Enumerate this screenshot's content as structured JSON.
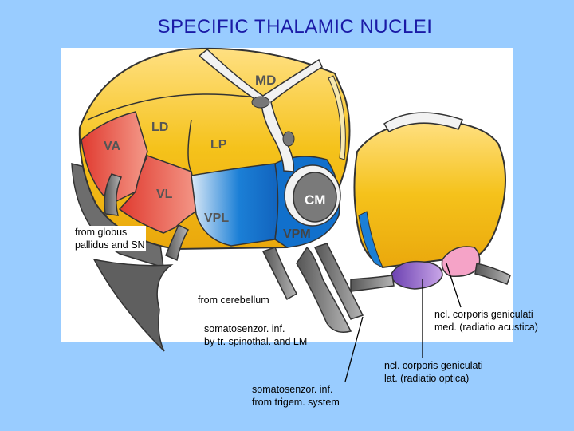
{
  "title": "SPECIFIC THALAMIC NUCLEI",
  "nuclei": {
    "md": "MD",
    "ld": "LD",
    "va": "VA",
    "lp": "LP",
    "vl": "VL",
    "cm": "CM",
    "vpl": "VPL",
    "vpm": "VPM"
  },
  "labels": {
    "globus": "from globus\npallidus and SN",
    "cerebellum": "from cerebellum",
    "spinothal": "somatosenzor. inf.\nby tr. spinothal. and LM",
    "trigem": "somatosenzor. inf.\nfrom trigem. system",
    "medial_geniculate": "ncl. corporis geniculati\nmed. (radiatio acustica)",
    "lateral_geniculate": "ncl. corporis geniculati\nlat. (radiatio optica)"
  },
  "colors": {
    "background": "#99ccff",
    "title": "#1a1aa6",
    "yellow": "#f5c21b",
    "red": "#e8604f",
    "blue": "#1b7fd6",
    "gray": "#707070",
    "purple": "#9a6bc9",
    "pink": "#f5a3c7"
  }
}
